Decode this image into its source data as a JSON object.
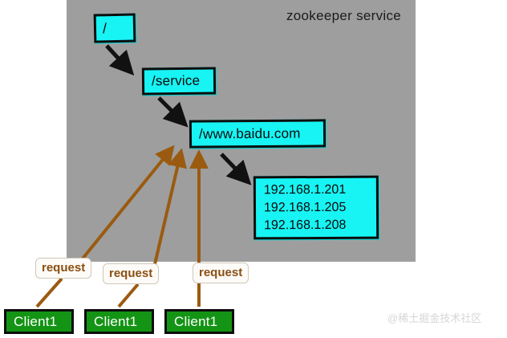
{
  "diagram": {
    "title": "zookeeper service",
    "panel_color": "#9e9e9e",
    "node_fill": "#18f3f3",
    "client_fill": "#149414",
    "arrow_black": "#111111",
    "arrow_brown": "#9a5b10"
  },
  "znodes": [
    {
      "id": "root",
      "label": "/"
    },
    {
      "id": "service",
      "label": "/service"
    },
    {
      "id": "baidu",
      "label": "/www.baidu.com"
    }
  ],
  "ip_list": {
    "entries": [
      "192.168.1.201",
      "192.168.1.205",
      "192.168.1.208"
    ]
  },
  "requests": [
    {
      "label": "request"
    },
    {
      "label": "request"
    },
    {
      "label": "request"
    }
  ],
  "clients": [
    {
      "label": "Client1"
    },
    {
      "label": "Client1"
    },
    {
      "label": "Client1"
    }
  ],
  "watermark": {
    "text": "@稀土掘金技术社区"
  }
}
